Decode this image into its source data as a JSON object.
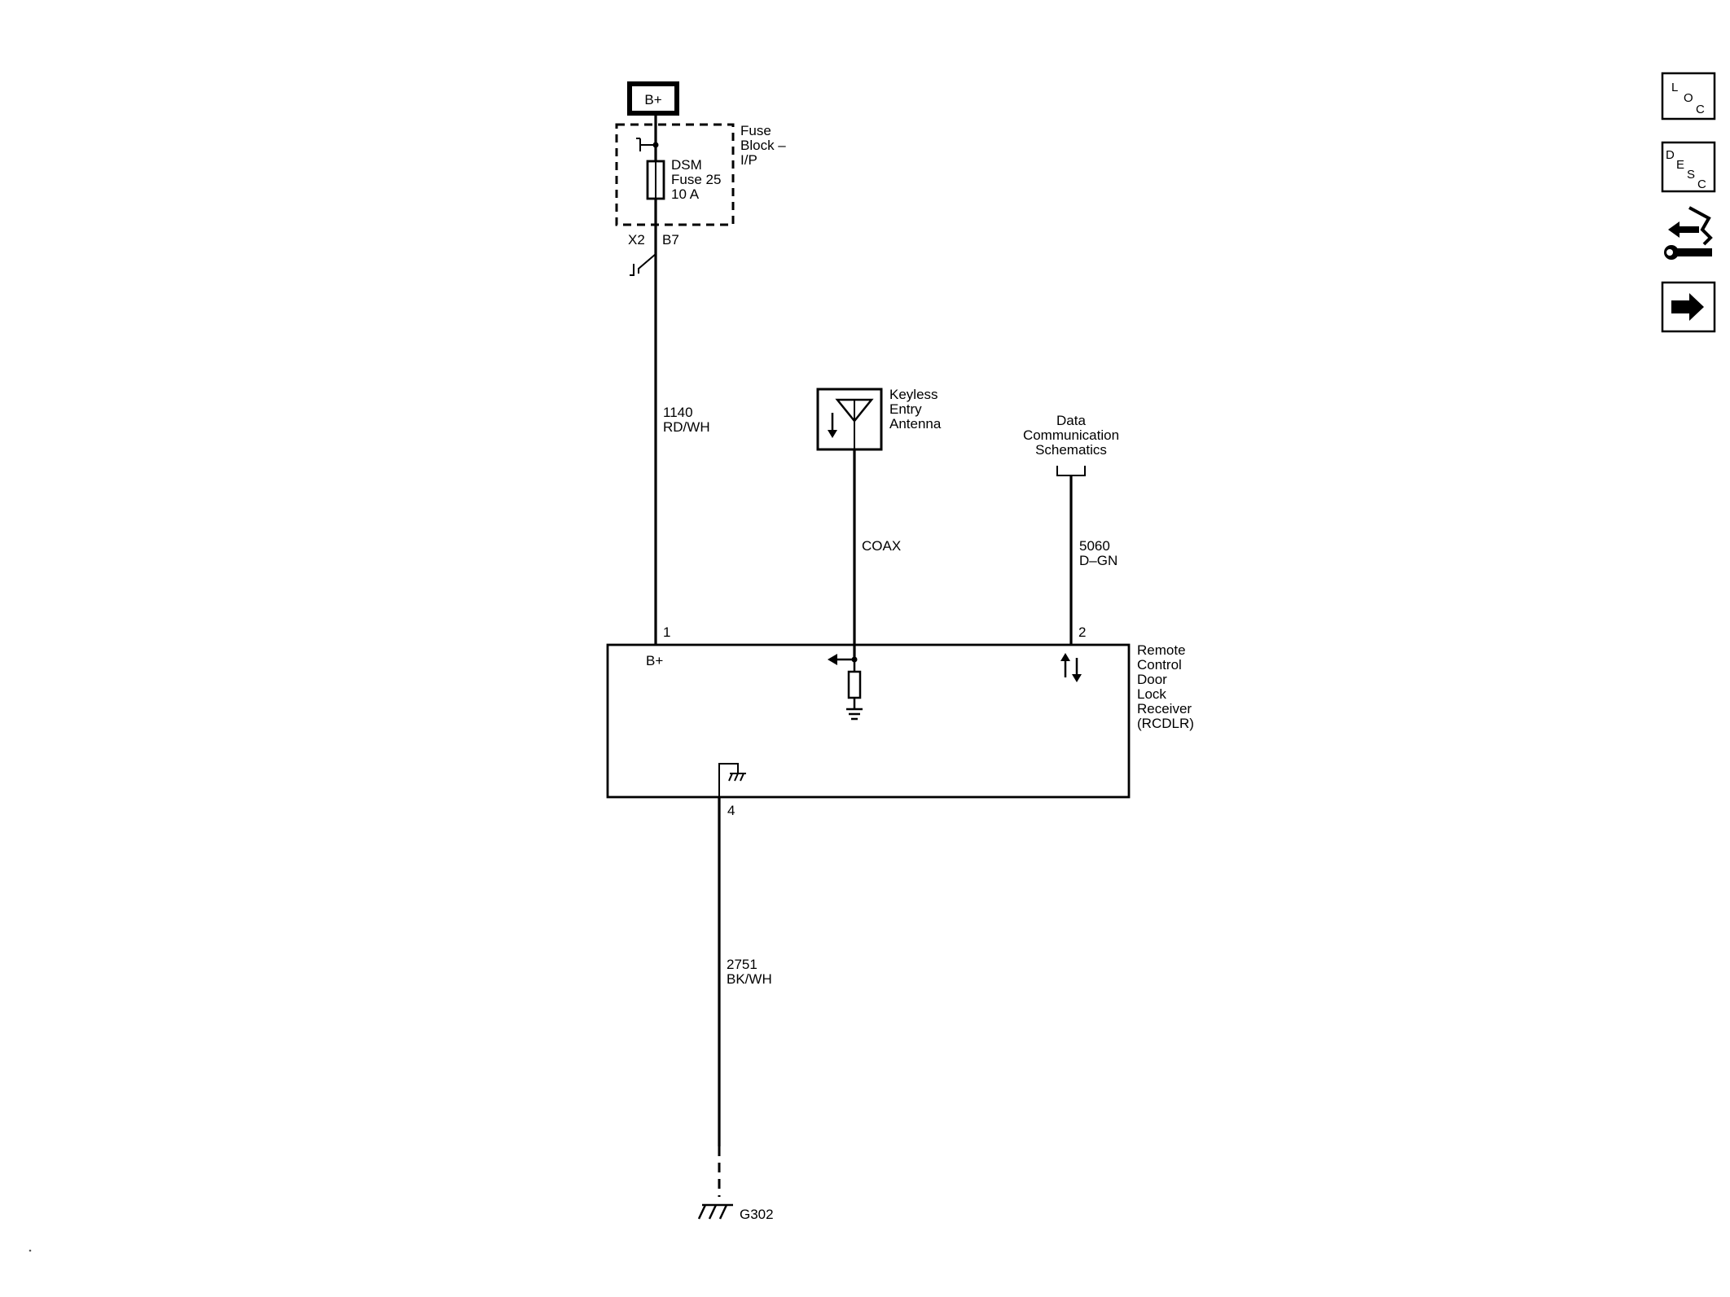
{
  "power": {
    "label": "B+"
  },
  "fuse_block": {
    "name_lines": [
      "Fuse",
      "Block –",
      "I/P"
    ]
  },
  "fuse": {
    "lines": [
      "DSM",
      "Fuse 25",
      "10 A"
    ]
  },
  "connector": {
    "left": "X2",
    "right": "B7"
  },
  "wire_1140": {
    "circuit": "1140",
    "color": "RD/WH"
  },
  "antenna": {
    "label_lines": [
      "Keyless",
      "Entry",
      "Antenna"
    ]
  },
  "coax": {
    "label": "COAX"
  },
  "data_comm": {
    "label_lines": [
      "Data",
      "Communication",
      "Schematics"
    ]
  },
  "wire_5060": {
    "circuit": "5060",
    "color": "D–GN"
  },
  "pins": {
    "p1": "1",
    "p2": "2",
    "p4": "4"
  },
  "module": {
    "inner_label": "B+",
    "name_lines": [
      "Remote",
      "Control",
      "Door",
      "Lock",
      "Receiver",
      "(RCDLR)"
    ]
  },
  "wire_2751": {
    "circuit": "2751",
    "color": "BK/WH"
  },
  "ground": {
    "label": "G302"
  },
  "nav": {
    "loc_letters": [
      "L",
      "O",
      "C"
    ],
    "desc_letters": [
      "D",
      "E",
      "S",
      "C"
    ],
    "icons": [
      "loc-icon",
      "desc-icon",
      "connector-wrench-icon",
      "next-arrow-icon"
    ]
  }
}
